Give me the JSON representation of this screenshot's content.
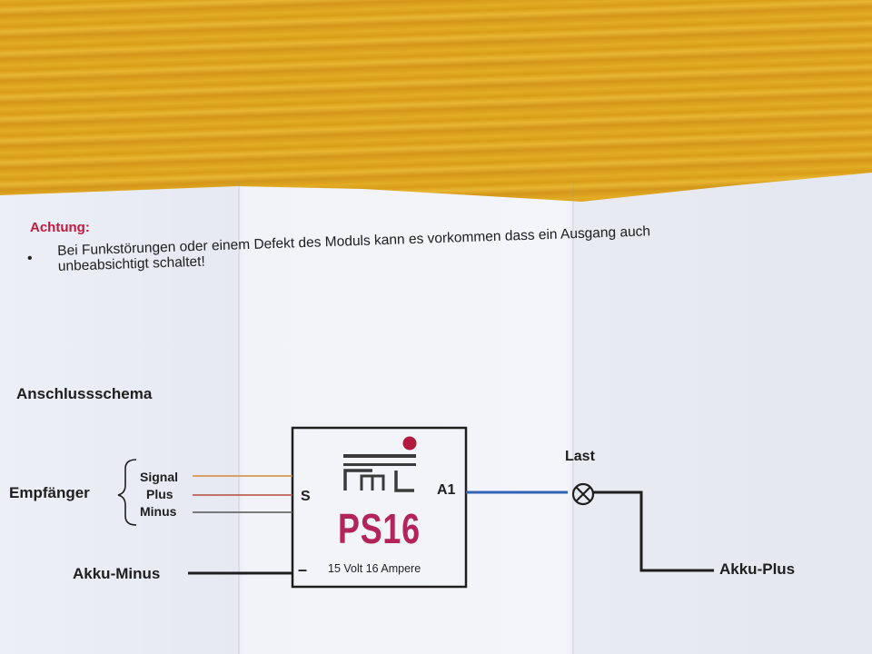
{
  "warning": {
    "title": "Achtung:",
    "bullet": "•",
    "line1": "Bei Funkstörungen oder einem Defekt des Moduls kann es vorkommen dass ein Ausgang auch",
    "line2": "unbeabsichtigt schaltet!"
  },
  "schema": {
    "title": "Anschlussschema",
    "receiver": "Empfänger",
    "inputs": [
      "Signal",
      "Plus",
      "Minus"
    ],
    "battery_minus": "Akku-Minus",
    "battery_plus": "Akku-Plus",
    "load": "Last",
    "module": {
      "model": "PS16",
      "spec": "15 Volt  16 Ampere",
      "input_pin": "S",
      "output_pin": "A1",
      "minus_pin": "–"
    }
  },
  "colors": {
    "accent_red": "#c3183c",
    "model_text": "#b3245c",
    "logo_dot": "#b01a3c",
    "signal_wire": "#d08a3a",
    "plus_wire": "#b54a3a",
    "minus_wire": "#555555",
    "output_wire": "#2f64b8",
    "wood": "#dca21c"
  }
}
